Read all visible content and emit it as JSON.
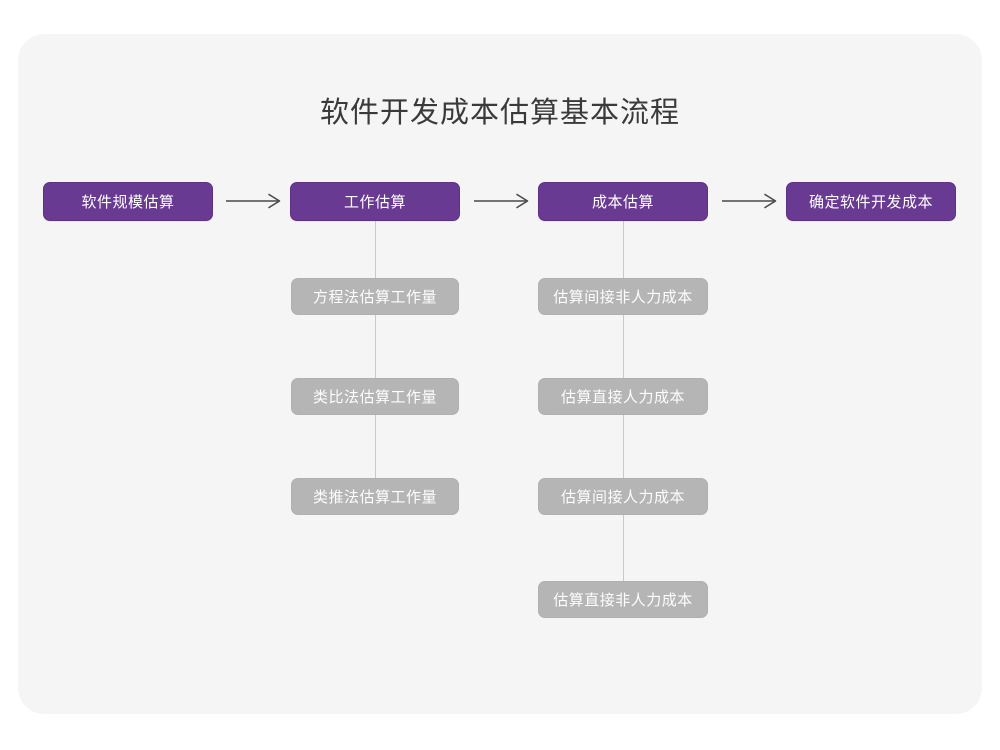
{
  "diagram": {
    "title": "软件开发成本估算基本流程",
    "type": "flowchart",
    "colors": {
      "background": "#ffffff",
      "panel": "#f5f5f5",
      "primary_node": "#693a91",
      "secondary_node": "#b5b5b5",
      "node_text": "#ffffff",
      "title_text": "#3b3a3a",
      "connector": "#c9c9c9",
      "arrow": "#4a4a4a"
    },
    "main_flow": {
      "steps": [
        {
          "id": "step-1",
          "label": "软件规模估算"
        },
        {
          "id": "step-2",
          "label": "工作估算"
        },
        {
          "id": "step-3",
          "label": "成本估算"
        },
        {
          "id": "step-4",
          "label": "确定软件开发成本"
        }
      ],
      "arrows": [
        {
          "id": "arrow-1",
          "from": "step-1",
          "to": "step-2",
          "glyph": "→"
        },
        {
          "id": "arrow-2",
          "from": "step-2",
          "to": "step-3",
          "glyph": "→"
        },
        {
          "id": "arrow-3",
          "from": "step-3",
          "to": "step-4",
          "glyph": "→"
        }
      ]
    },
    "branches": [
      {
        "id": "branch-effort",
        "parent": "step-2",
        "parent_label": "工作估算",
        "items": [
          {
            "id": "effort-1",
            "label": "方程法估算工作量"
          },
          {
            "id": "effort-2",
            "label": "类比法估算工作量"
          },
          {
            "id": "effort-3",
            "label": "类推法估算工作量"
          }
        ]
      },
      {
        "id": "branch-cost",
        "parent": "step-3",
        "parent_label": "成本估算",
        "items": [
          {
            "id": "cost-1",
            "label": "估算间接非人力成本"
          },
          {
            "id": "cost-2",
            "label": "估算直接人力成本"
          },
          {
            "id": "cost-3",
            "label": "估算间接人力成本"
          },
          {
            "id": "cost-4",
            "label": "估算直接非人力成本"
          }
        ]
      }
    ]
  }
}
